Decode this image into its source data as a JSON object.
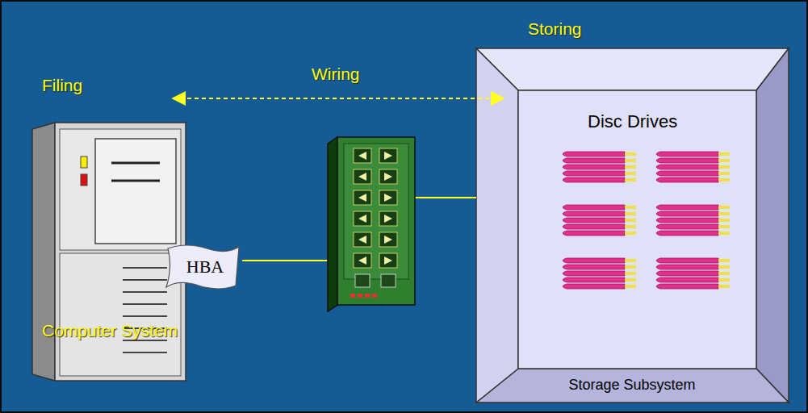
{
  "diagram": {
    "nodes": [
      {
        "text": [
          "HBA"
        ]
      },
      {
        "text": [
          "Disc Drives",
          "Storage Subsystem"
        ]
      }
    ],
    "edges": [
      {
        "from": 0,
        "to": 1,
        "arrow": "none"
      }
    ],
    "labels": [
      "Filing",
      "Wiring",
      "Storing",
      "Computer System"
    ]
  }
}
